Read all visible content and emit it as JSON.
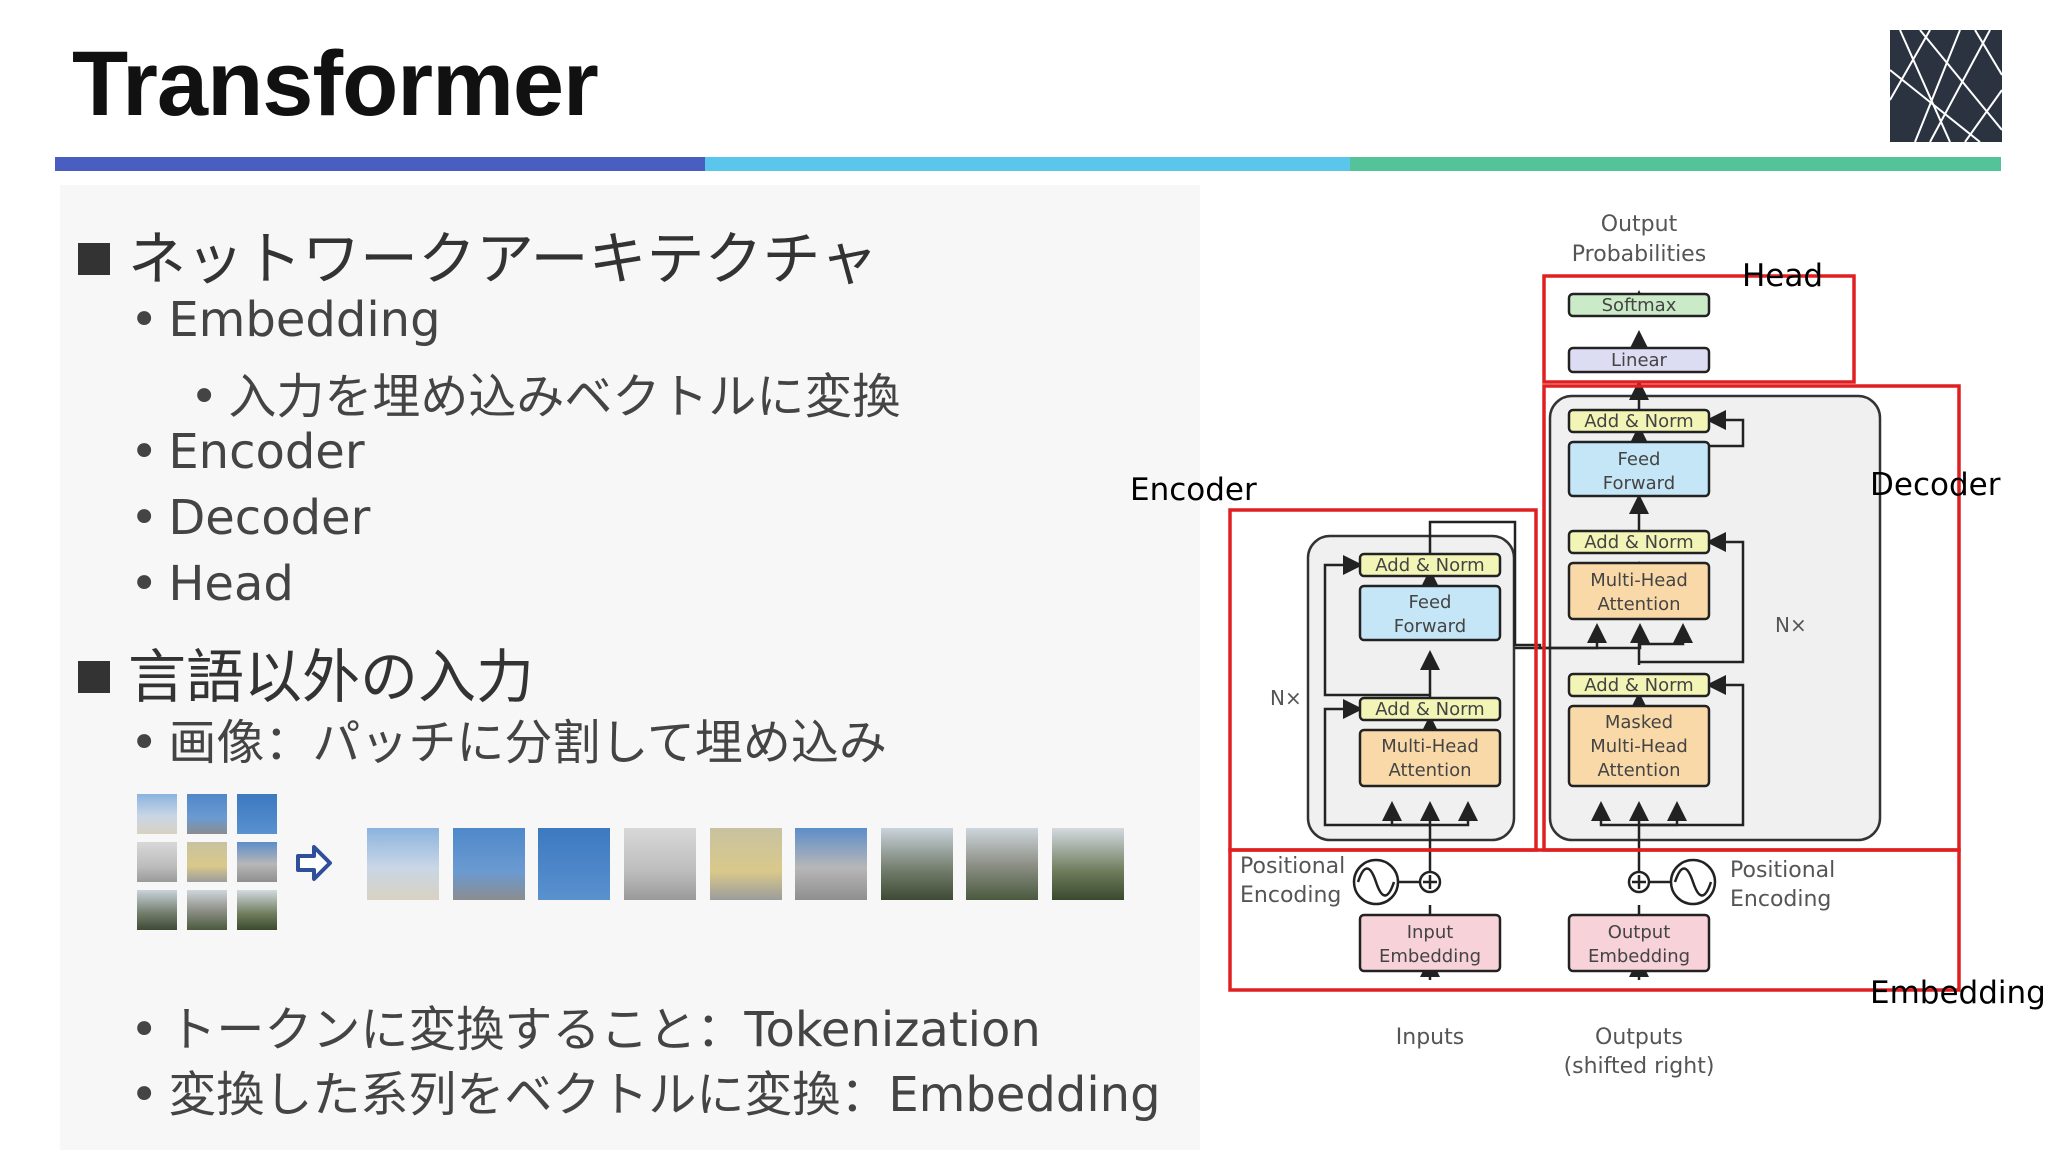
{
  "slide": {
    "title": "Transformer"
  },
  "bullets": {
    "section1": "ネットワークアーキテクチャ",
    "embedding": "Embedding",
    "embedding_sub": "入力を埋め込みベクトルに変換",
    "encoder": "Encoder",
    "decoder": "Decoder",
    "head": "Head",
    "section2": "言語以外の入力",
    "image": "画像：パッチに分割して埋め込み",
    "tokenization": "トークンに変換すること：Tokenization",
    "embedding_def": "変換した系列をベクトルに変換：Embedding"
  },
  "diagram": {
    "output_probabilities": [
      "Output",
      "Probabilities"
    ],
    "softmax": "Softmax",
    "linear": "Linear",
    "add_norm": "Add & Norm",
    "feed_forward": [
      "Feed",
      "Forward"
    ],
    "multi_head_attention": [
      "Multi-Head",
      "Attention"
    ],
    "masked_multi_head_attention": [
      "Masked",
      "Multi-Head",
      "Attention"
    ],
    "nx": "N×",
    "positional_encoding": [
      "Positional",
      "Encoding"
    ],
    "input_embedding": [
      "Input",
      "Embedding"
    ],
    "output_embedding": [
      "Output",
      "Embedding"
    ],
    "inputs": "Inputs",
    "outputs": [
      "Outputs",
      "(shifted right)"
    ],
    "labels": {
      "head": "Head",
      "encoder": "Encoder",
      "decoder": "Decoder",
      "embedding": "Embedding"
    }
  },
  "colors": {
    "bar_blue": "#4a5ec2",
    "bar_cyan": "#5bc6ec",
    "bar_green": "#55c39a",
    "add_norm": "#f2f5b5",
    "feed_forward": "#c5e6f7",
    "attention": "#fad9a8",
    "softmax": "#cbeac8",
    "linear": "#dcdcf2",
    "embedding": "#f7d2d8",
    "highlight": "#e02020"
  },
  "icons": [
    "logo-mark",
    "arrow-right-icon",
    "sine-wave-icon",
    "plus-circle-icon"
  ]
}
